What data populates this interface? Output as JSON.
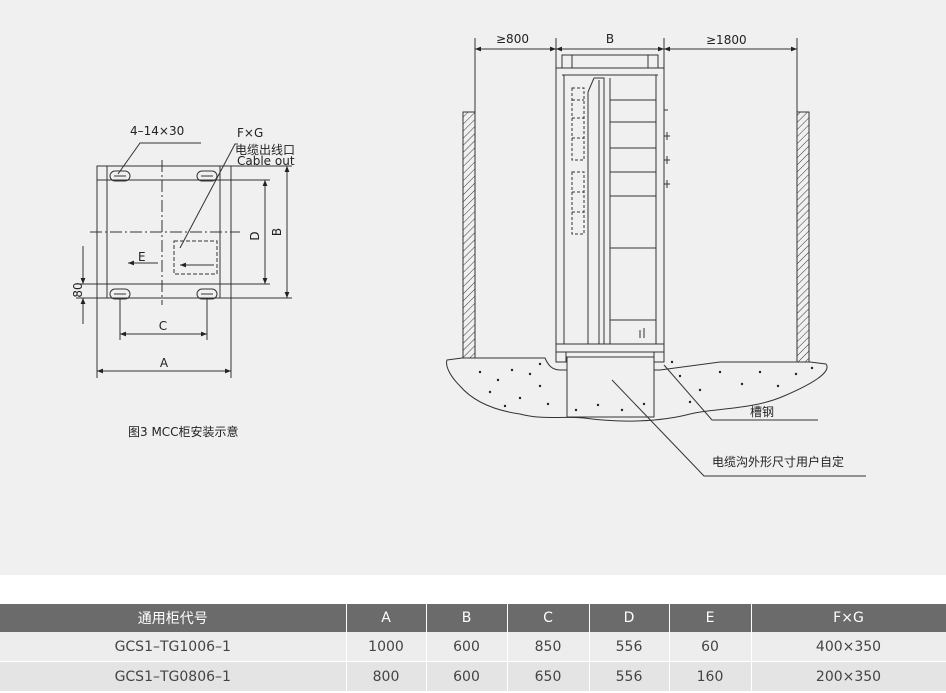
{
  "left_drawing": {
    "hole_spec": "4–14×30",
    "fg_label": "F×G",
    "cable_out_cn": "电缆出线口",
    "cable_out_en": "Cable out",
    "dim_a": "A",
    "dim_b": "B",
    "dim_c": "C",
    "dim_d": "D",
    "dim_e": "E",
    "dim_80": "80",
    "caption": "图3 MCC柜安装示意"
  },
  "right_drawing": {
    "clear_left": "≥800",
    "dim_b": "B",
    "clear_right": "≥1800",
    "channel_steel": "槽钢",
    "trench_note": "电缆沟外形尺寸用户自定"
  },
  "table": {
    "headers": [
      "通用柜代号",
      "A",
      "B",
      "C",
      "D",
      "E",
      "F×G"
    ],
    "rows": [
      [
        "GCS1–TG1006–1",
        "1000",
        "600",
        "850",
        "556",
        "60",
        "400×350"
      ],
      [
        "GCS1–TG0806–1",
        "800",
        "600",
        "650",
        "556",
        "160",
        "200×350"
      ]
    ]
  }
}
